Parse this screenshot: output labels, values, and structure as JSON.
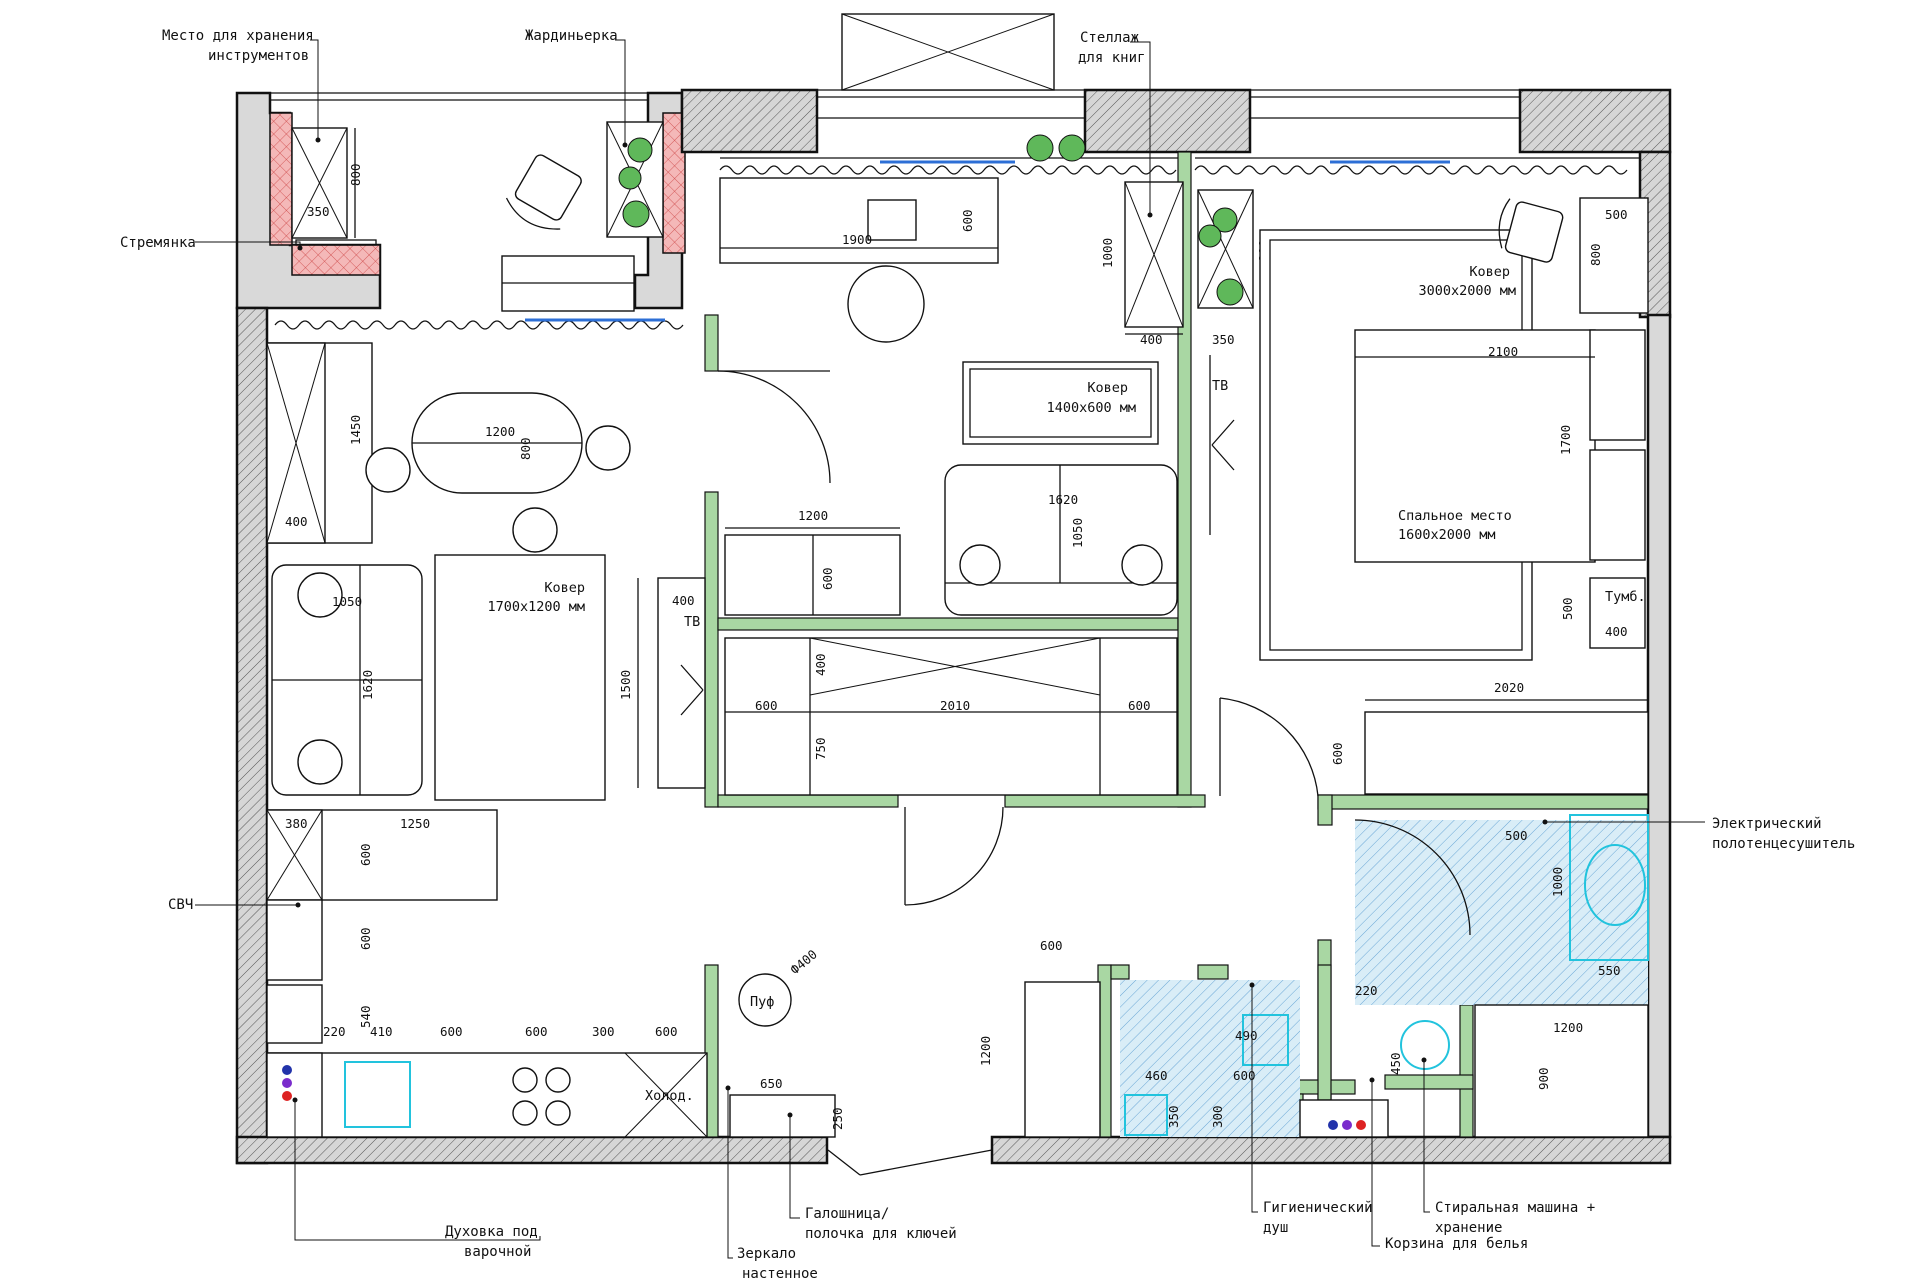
{
  "annotations": {
    "tool_storage": [
      "Место для хранения",
      "инструментов"
    ],
    "planter": "Жардиньерка",
    "book_shelf": [
      "Стеллаж",
      "для книг"
    ],
    "stepladder": "Стремянка",
    "microwave": "СВЧ",
    "towel_dryer": [
      "Электрический",
      "полотенцесушитель"
    ],
    "oven": [
      "Духовка под",
      "варочной"
    ],
    "mirror": [
      "Зеркало",
      "настенное"
    ],
    "shoe_rack": [
      "Галошница/",
      "полочка для ключей"
    ],
    "hygienic_shower": [
      "Гигиенический",
      "душ"
    ],
    "laundry_basket": "Корзина для белья",
    "washer": [
      "Стиральная машина +",
      "хранение"
    ]
  },
  "rooms": {
    "rug_bedroom": [
      "Ковер",
      "3000х2000 мм"
    ],
    "rug_study": [
      "Ковер",
      "1400х600 мм"
    ],
    "rug_living": [
      "Ковер",
      "1700х1200 мм"
    ],
    "bed": [
      "Спальное место",
      "1600х2000 мм"
    ],
    "tv": "ТВ",
    "nightstand": "Тумб.",
    "pouf": "Пуф",
    "pouf_dia": "Ф400",
    "fridge": "Холод."
  },
  "dimensions": {
    "balc_350": "350",
    "balc_800": "800",
    "desk_1900": "1900",
    "desk_600": "600",
    "shelf_1000": "1000",
    "shelf_400": "400",
    "planter_800": "800",
    "planter_350": "350",
    "wardrobe_500": "500",
    "bed_2100": "2100",
    "bed_1700": "1700",
    "nst_500": "500",
    "nst_400": "400",
    "ward_2020": "2020",
    "ward_600": "600",
    "table_1200": "1200",
    "table_800": "800",
    "left_1450": "1450",
    "left_400": "400",
    "sofa_1050": "1050",
    "sofa_1620": "1620",
    "tvs_400": "400",
    "tvs_1500": "1500",
    "st_1200": "1200",
    "st_600": "600",
    "st_sofa_1620": "1620",
    "st_sofa_1050": "1050",
    "hall_400": "400",
    "hall_600a": "600",
    "hall_2010": "2010",
    "hall_600b": "600",
    "hall_750": "750",
    "k_380": "380",
    "k_1250": "1250",
    "k_600a": "600",
    "k_600b": "600",
    "k_540": "540",
    "k_220": "220",
    "k_410": "410",
    "k_600c": "600",
    "k_600d": "600",
    "k_300": "300",
    "k_600e": "600",
    "hw_650": "650",
    "hw_250": "250",
    "cl_600": "600",
    "cl_1200": "1200",
    "wc_490": "490",
    "wc_460": "460",
    "wc_600": "600",
    "wc_350": "350",
    "wc_300": "300",
    "wc_220": "220",
    "wc_450": "450",
    "b_500": "500",
    "b_1000": "1000",
    "b_550": "550",
    "b_1200": "1200",
    "b_900": "900"
  }
}
